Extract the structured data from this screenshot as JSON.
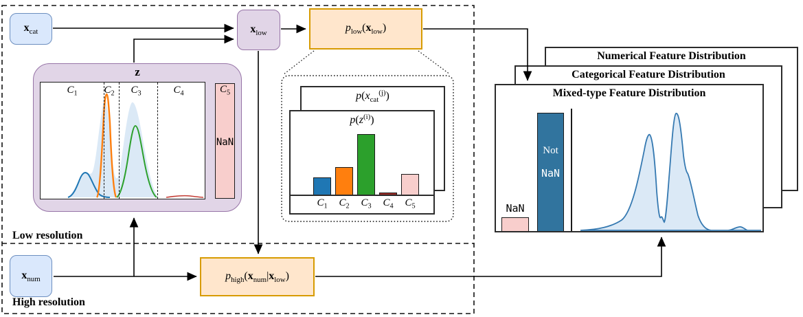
{
  "diagram": {
    "regions": {
      "low": "Low resolution",
      "high": "High resolution"
    },
    "panels": {
      "numerical": "Numerical Feature Distribution",
      "categorical": "Categorical Feature Distribution",
      "mixed": "Mixed-type Feature Distribution"
    },
    "nan": "NaN",
    "not": "Not"
  },
  "math": {
    "xcat": [
      {
        "t": "x",
        "s": "bf"
      },
      {
        "t": "cat",
        "s": "sub"
      }
    ],
    "xlow": [
      {
        "t": "x",
        "s": "bf"
      },
      {
        "t": "low",
        "s": "sub"
      }
    ],
    "xnum": [
      {
        "t": "x",
        "s": "bf"
      },
      {
        "t": "num",
        "s": "sub"
      }
    ],
    "plow": [
      {
        "t": "p",
        "s": "it"
      },
      {
        "t": "low",
        "s": "sub"
      },
      {
        "t": "("
      },
      {
        "t": "x",
        "s": "bf"
      },
      {
        "t": "low",
        "s": "sub"
      },
      {
        "t": ")"
      }
    ],
    "phigh": [
      {
        "t": "p",
        "s": "it"
      },
      {
        "t": "high",
        "s": "sub"
      },
      {
        "t": "("
      },
      {
        "t": "x",
        "s": "bf"
      },
      {
        "t": "num",
        "s": "sub"
      },
      {
        "t": "|"
      },
      {
        "t": "x",
        "s": "bf"
      },
      {
        "t": "low",
        "s": "sub"
      },
      {
        "t": ")"
      }
    ],
    "z": [
      {
        "t": "z",
        "s": "bf"
      }
    ],
    "c1": [
      {
        "t": "C",
        "s": "it"
      },
      {
        "t": "1",
        "s": "sub"
      }
    ],
    "c2": [
      {
        "t": "C",
        "s": "it"
      },
      {
        "t": "2",
        "s": "sub"
      }
    ],
    "c3": [
      {
        "t": "C",
        "s": "it"
      },
      {
        "t": "3",
        "s": "sub"
      }
    ],
    "c4": [
      {
        "t": "C",
        "s": "it"
      },
      {
        "t": "4",
        "s": "sub"
      }
    ],
    "c5": [
      {
        "t": "C",
        "s": "it"
      },
      {
        "t": "5",
        "s": "sub"
      }
    ],
    "p_xcat": [
      {
        "t": "p",
        "s": "it"
      },
      {
        "t": "("
      },
      {
        "t": "x",
        "s": "it"
      },
      {
        "t": "cat",
        "s": "sub"
      },
      {
        "t": "(j)",
        "s": "sup"
      },
      {
        "t": ")"
      }
    ],
    "p_z": [
      {
        "t": "p",
        "s": "it"
      },
      {
        "t": "("
      },
      {
        "t": "z",
        "s": "it"
      },
      {
        "t": "(i)",
        "s": "sup"
      },
      {
        "t": ")"
      }
    ]
  },
  "colors": {
    "blue-fill": "#dae8fc",
    "blue-stroke": "#6c8ebf",
    "purple-fill": "#e1d5e7",
    "purple-stroke": "#9673a6",
    "orange-fill": "#ffe6cc",
    "orange-stroke": "#d79b00",
    "pink-fill": "#f8cecc",
    "mpl-blue": "#1f77b4",
    "mpl-orange": "#ff7f0e",
    "mpl-green": "#2ca02c",
    "mpl-red": "#c23b33",
    "density-stroke": "#3579b1",
    "density-fill": "#dbe9f6",
    "notnan-blue": "#31749e",
    "line": "#000000"
  },
  "z_plot": {
    "type": "area",
    "categories": [
      "C1",
      "C2",
      "C3",
      "C4",
      "C5"
    ],
    "c5_value": "NaN",
    "curves": [
      "blue-density",
      "orange-density",
      "green-density",
      "red-density",
      "mixture-silhouette"
    ]
  },
  "inset_chart": {
    "type": "bar",
    "categories": [
      "C1",
      "C2",
      "C3",
      "C4",
      "C5"
    ],
    "bars": [
      {
        "label": "C1",
        "h": 25,
        "color": "#1f77b4"
      },
      {
        "label": "C2",
        "h": 40,
        "color": "#ff7f0e"
      },
      {
        "label": "C3",
        "h": 88,
        "color": "#2ca02c"
      },
      {
        "label": "C4",
        "h": 3,
        "color": "#9e2b25"
      },
      {
        "label": "C5",
        "h": 30,
        "color": "#f8cecc"
      }
    ]
  },
  "mixed_chart": {
    "type": "bar+density",
    "bars": [
      {
        "label": "NaN",
        "h": 20,
        "color": "#f8cecc"
      },
      {
        "label": "Not NaN",
        "h": 172,
        "color": "#31749e"
      }
    ],
    "density": "bimodal"
  }
}
